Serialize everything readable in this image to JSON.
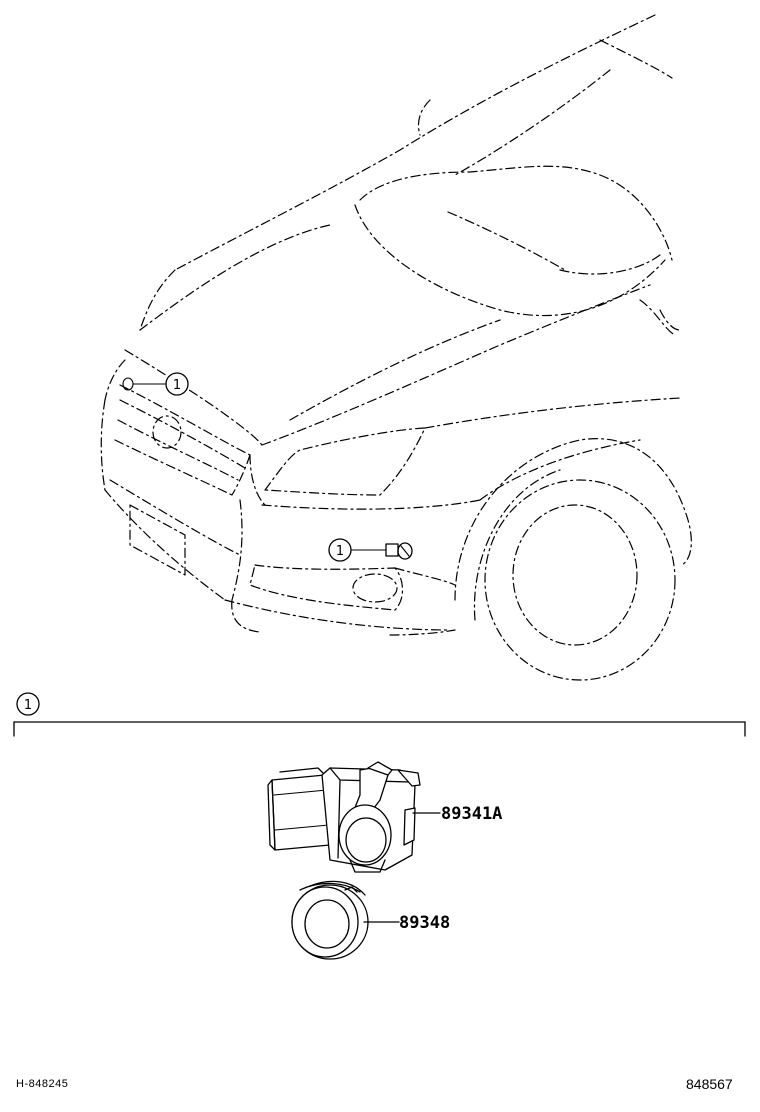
{
  "callouts": {
    "label": "1"
  },
  "parts": {
    "sensor": "89341A",
    "retainer": "89348"
  },
  "footer": {
    "left_code": "H-848245",
    "right_code": "848567"
  }
}
